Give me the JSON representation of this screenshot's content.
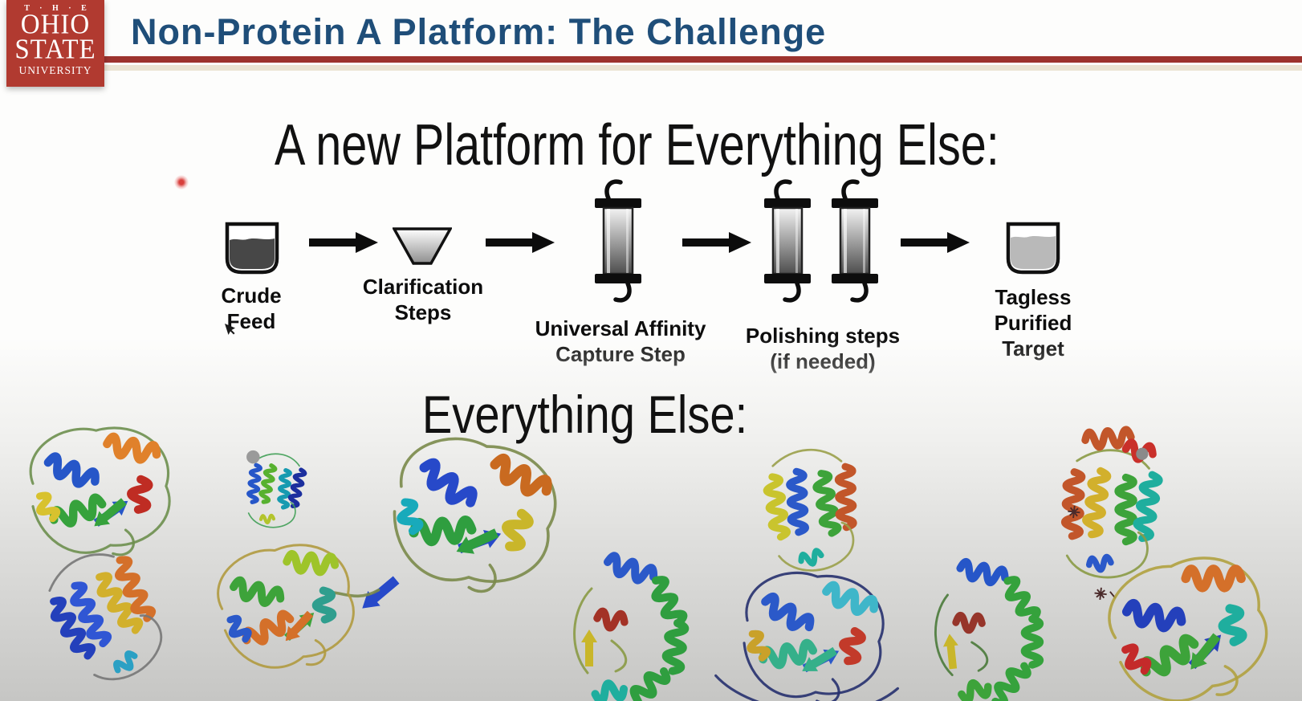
{
  "slide": {
    "logo": {
      "line1": "T · H · E",
      "line2": "OHIO",
      "line3": "STATE",
      "line4": "UNIVERSITY",
      "color": "#b13a30"
    },
    "header": {
      "title": "Non-Protein A Platform: The Challenge",
      "title_color": "#1f4e79",
      "rule_red_color": "#9d332e",
      "rule_cream_color": "#ebe4d3"
    },
    "headings": {
      "platform": "A new Platform for Everything Else:",
      "everything": "Everything Else:"
    },
    "flow": {
      "steps": [
        {
          "name": "crude-feed",
          "icon": "beaker-dark-icon",
          "lines": [
            "Crude",
            "Feed"
          ]
        },
        {
          "name": "clarification",
          "icon": "funnel-icon",
          "lines": [
            "Clarification",
            "Steps"
          ]
        },
        {
          "name": "universal-affinity-capture",
          "icon": "chromatography-column-icon",
          "lines": [
            "Universal Affinity",
            "Capture Step"
          ]
        },
        {
          "name": "polishing",
          "icon": "double-chromatography-column-icon",
          "lines": [
            "Polishing steps",
            "(if needed)"
          ]
        },
        {
          "name": "tagless-purified-target",
          "icon": "beaker-light-icon",
          "lines": [
            "Tagless",
            "Purified",
            "Target"
          ]
        }
      ],
      "arrow_icon": "flow-arrow-icon",
      "arrow_color": "#0c0c0c"
    },
    "everything_else_section": {
      "protein_structure_count": 11,
      "style": "rainbow ribbon diagrams on white-to-gray gradient",
      "palette": [
        "#2440bb",
        "#2b59c9",
        "#2f9e3f",
        "#9ec42a",
        "#d2b02c",
        "#d4702a",
        "#c23a2a",
        "#1fae9e"
      ]
    },
    "annotations": {
      "laser_dot_icon": "red-laser-pointer-dot",
      "cursor_icon": "mouse-cursor-arrow"
    }
  }
}
